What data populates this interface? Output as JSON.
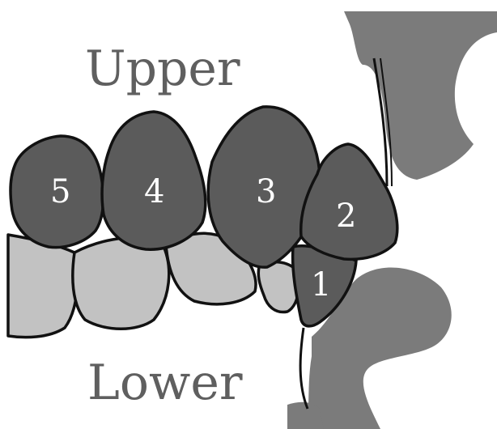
{
  "labels": {
    "upper": "Upper",
    "lower": "Lower"
  },
  "teeth": {
    "upper": [
      "5",
      "4",
      "3",
      "2"
    ],
    "lower": [
      "1"
    ]
  },
  "colors": {
    "upper_teeth": "#5b5b5b",
    "lower_teeth": "#c2c2c2",
    "gum": "#7b7b7b",
    "outline": "#111111",
    "label_text": "#5f5f5f",
    "number_text": "#ffffff"
  }
}
